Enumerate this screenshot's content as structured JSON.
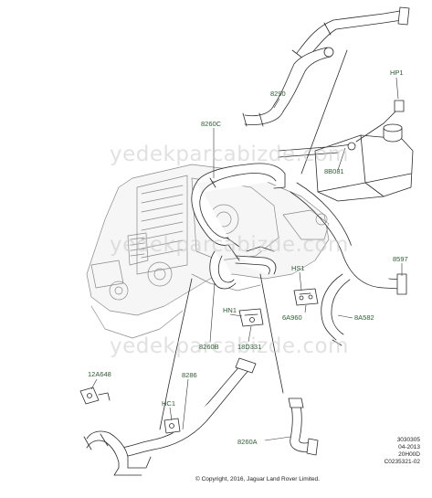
{
  "labels": {
    "hp1": "HP1",
    "l8290": "8290",
    "l8260c": "8260C",
    "l8b081": "8B081",
    "l8597": "8597",
    "hs1": "HS1",
    "l6a960": "6A960",
    "l8a582": "8A582",
    "hn1": "HN1",
    "l8260b": "8260B",
    "l18d331": "18D331",
    "l12a648": "12A648",
    "l8286": "8286",
    "hc1": "HC1",
    "l8260a": "8260A"
  },
  "watermark": "yedekparcabizde.com",
  "reference": [
    "3030305",
    "04-2013",
    "20H00D",
    "C0235321-02"
  ],
  "copyright": "© Copyright, 2016, Jaguar Land Rover Limited."
}
